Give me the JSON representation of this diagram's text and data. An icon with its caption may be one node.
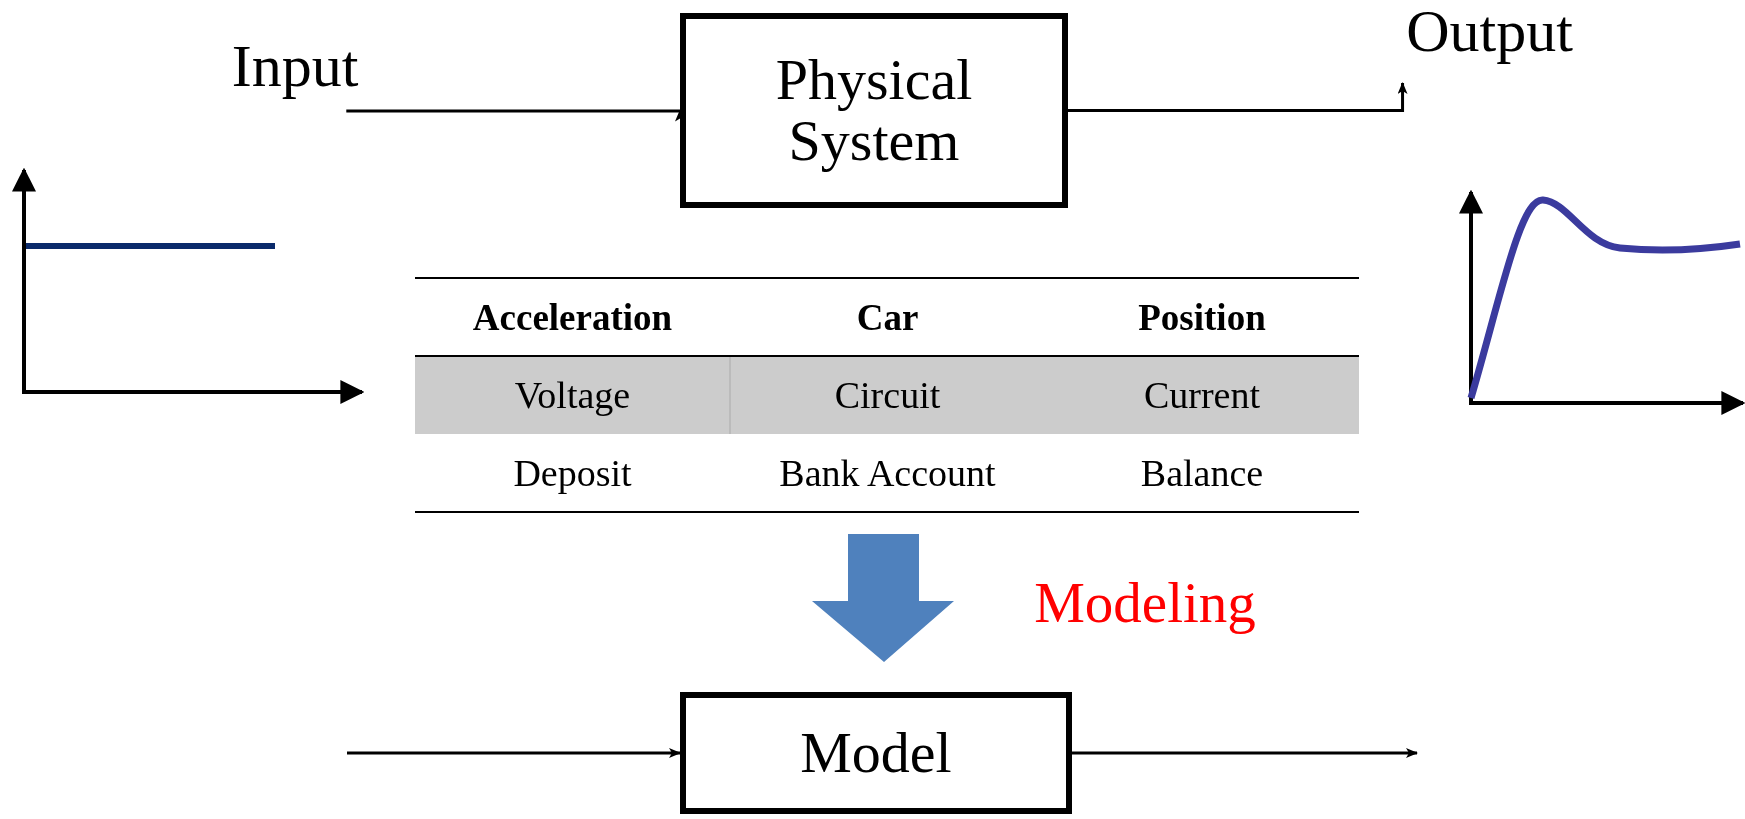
{
  "diagram": {
    "nodes": [
      {
        "text": [
          "Input"
        ]
      },
      {
        "text": [
          "Physical System"
        ]
      },
      {
        "text": [
          "Output"
        ]
      },
      {
        "text": [
          "Model"
        ]
      }
    ],
    "edges": [
      {
        "from": 0,
        "to": 1,
        "arrow": "to"
      },
      {
        "from": 1,
        "to": 2,
        "arrow": "to"
      },
      {
        "from": null,
        "to": 3,
        "arrow": "to"
      },
      {
        "from": 3,
        "to": null,
        "arrow": "to"
      }
    ],
    "labels": [
      "Acceleration",
      "Car",
      "Position",
      "Voltage",
      "Circuit",
      "Current",
      "Deposit",
      "Bank Account",
      "Balance",
      "Modeling"
    ]
  }
}
